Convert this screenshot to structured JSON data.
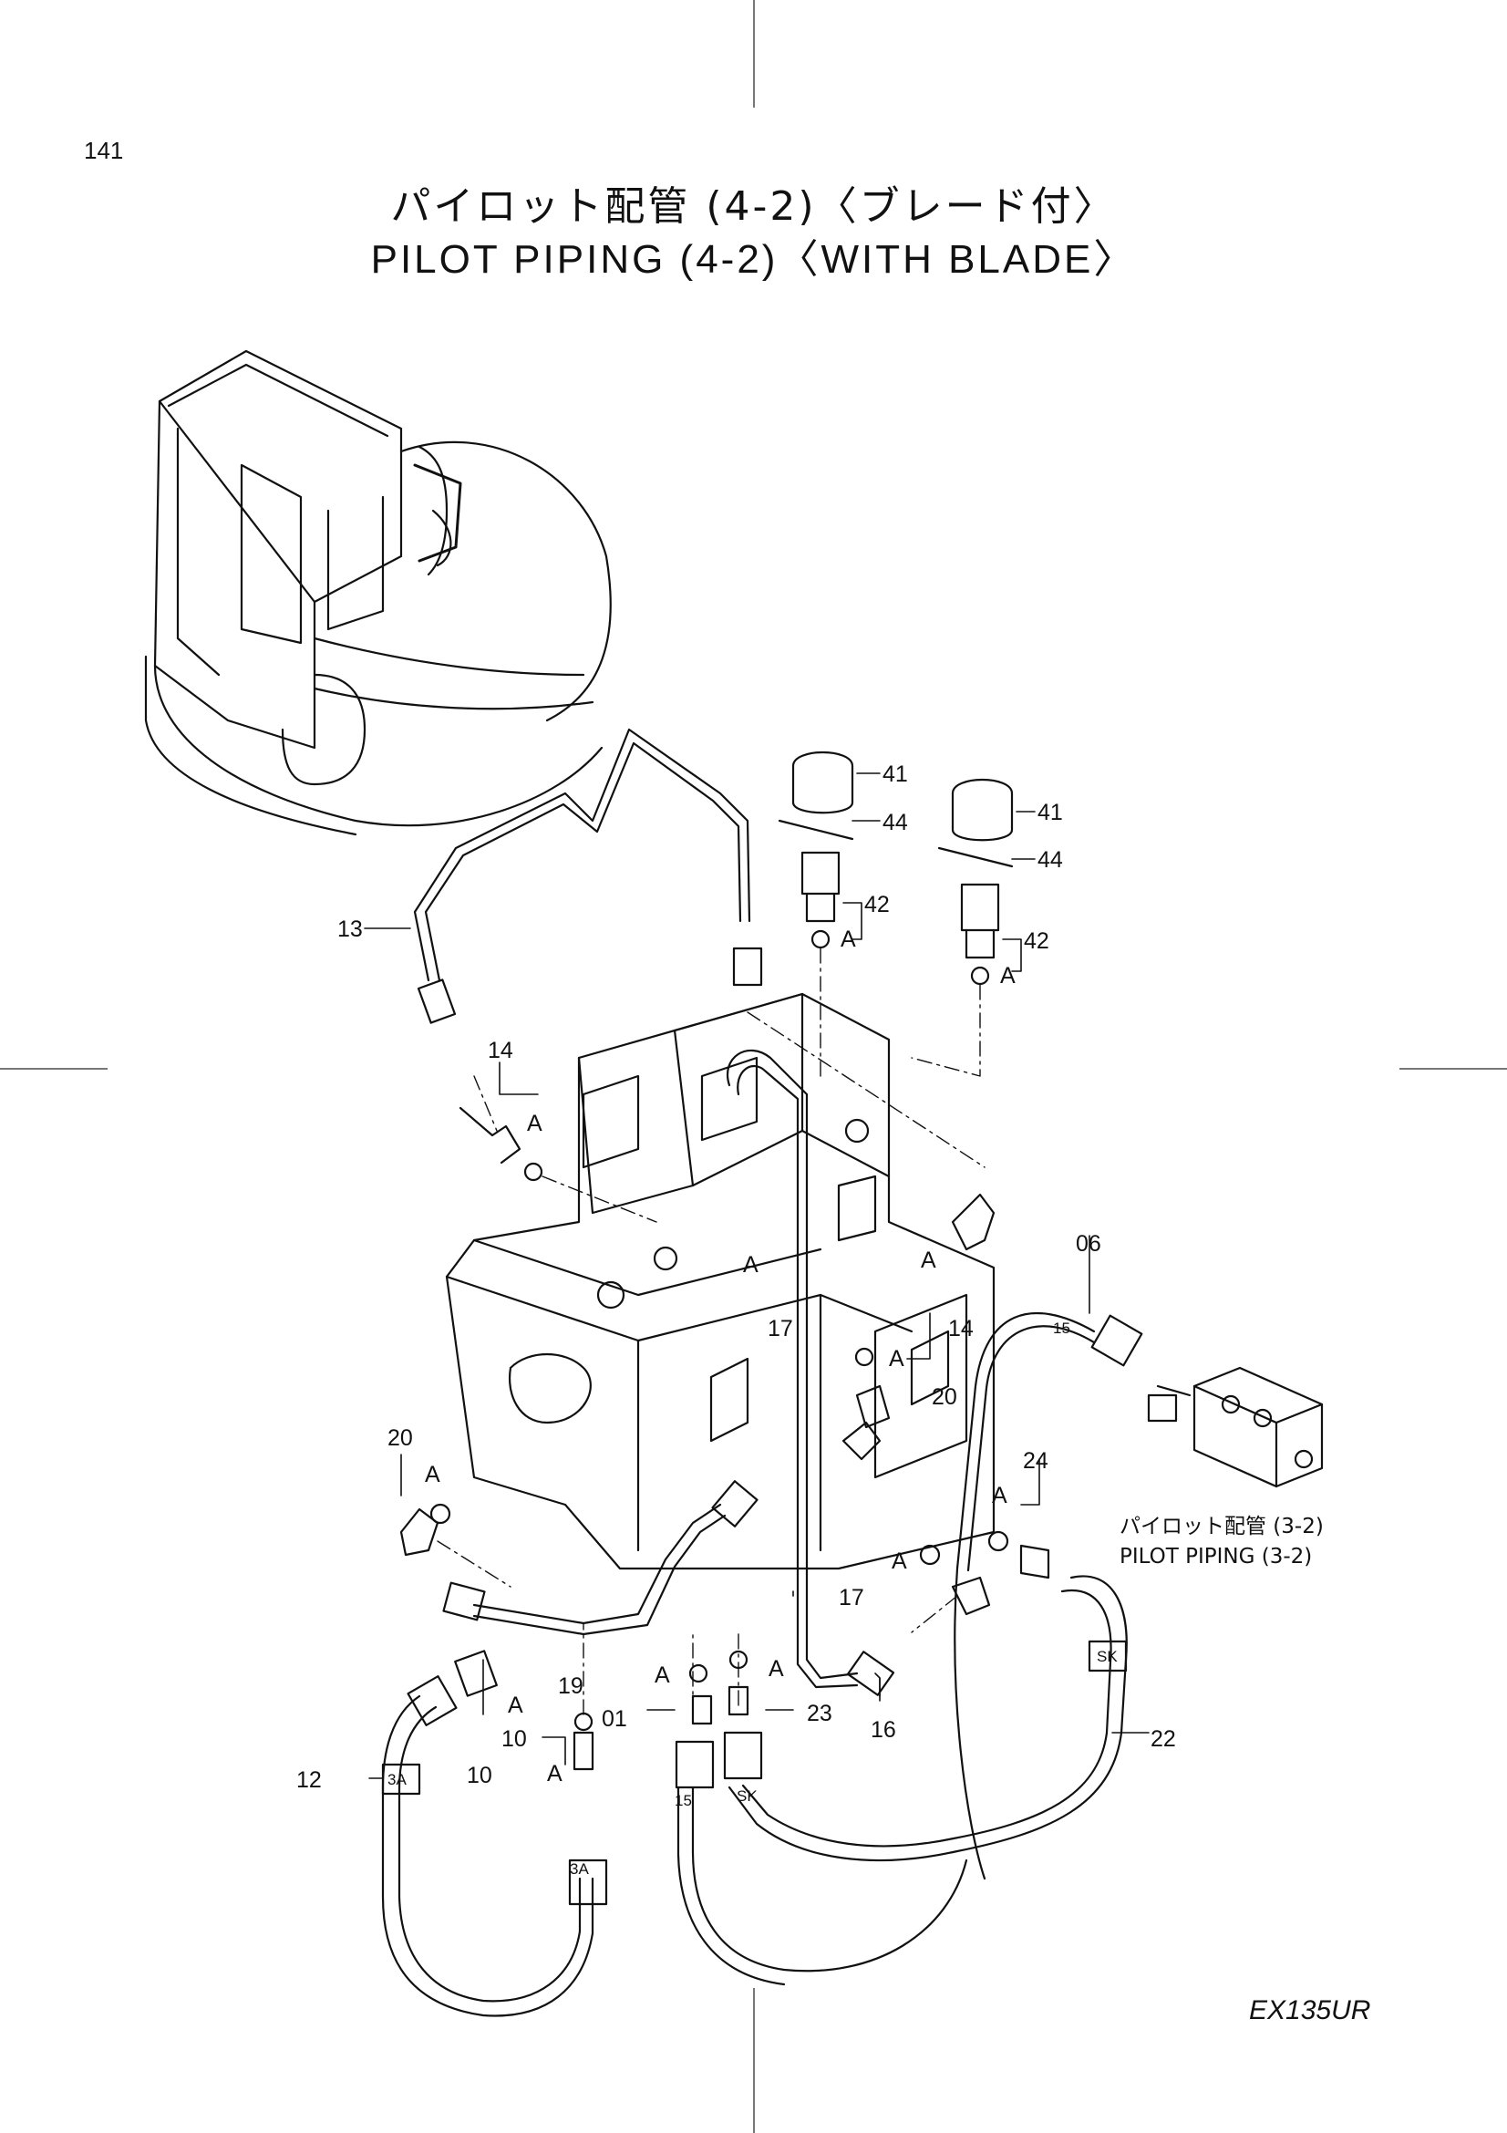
{
  "page": {
    "number": "141",
    "title_jp": "パイロット配管 (4-2)〈ブレード付〉",
    "title_en": "PILOT PIPING (4-2)〈WITH BLADE〉",
    "model": "EX135UR"
  },
  "cross_reference": {
    "jp": "パイロット配管 (3-2)",
    "en": "PILOT PIPING (3-2)"
  },
  "callouts": {
    "p41a": "41",
    "p44a": "44",
    "p42a": "42",
    "p41b": "41",
    "p44b": "44",
    "p42b": "42",
    "p13": "13",
    "p14a": "14",
    "p14b": "14",
    "p17a": "17",
    "p17b": "17",
    "p20a": "20",
    "p20b": "20",
    "p06": "06",
    "p24": "24",
    "p19": "19",
    "p01": "01",
    "p23": "23",
    "p16": "16",
    "p22": "22",
    "p12": "12",
    "p10a": "10",
    "p10b": "10"
  },
  "markers": {
    "a": "A",
    "tag_15": "15",
    "tag_sk": "SK",
    "tag_3a": "3A"
  }
}
